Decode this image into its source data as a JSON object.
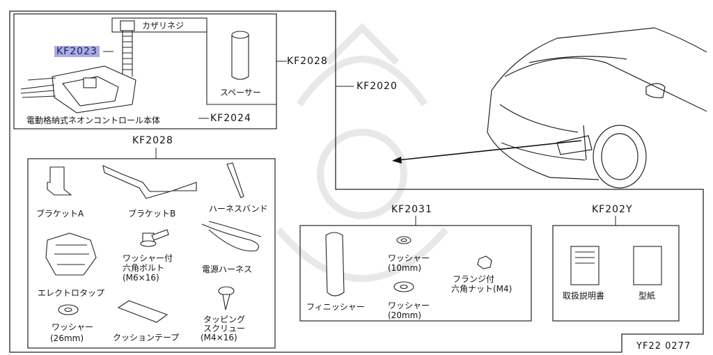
{
  "codes": {
    "kf2023": "KF2023",
    "kf2028_top": "KF2028",
    "kf2020": "KF2020",
    "kf2024": "KF2024",
    "kf2028_kit": "KF2028",
    "kf2031": "KF2031",
    "kf202y": "KF202Y",
    "figure_id": "YF22  0277"
  },
  "labels": {
    "decor_screw": "カザリネジ",
    "spacer": "スペーサー",
    "control_unit": "電動格納式ネオンコントロール本体",
    "bracket_a": "ブラケットA",
    "bracket_b": "ブラケットB",
    "harness_band": "ハーネスバンド",
    "washer_bolt_1": "ワッシャー付",
    "washer_bolt_2": "六角ボルト",
    "washer_bolt_3": "(M6×16)",
    "power_harness": "電源ハーネス",
    "electro_tap": "エレクトロタップ",
    "washer26_1": "ワッシャー",
    "washer26_2": "(26mm)",
    "cushion_tape": "クッションテープ",
    "tapping_1": "タッピング",
    "tapping_2": "スクリュー",
    "tapping_3": "(M4×16)",
    "finisher": "フィニッシャー",
    "washer10_1": "ワッシャー",
    "washer10_2": "(10mm)",
    "washer20_1": "ワッシャー",
    "washer20_2": "(20mm)",
    "flange_1": "フランジ付",
    "flange_2": "六角ナット(M4)",
    "manual": "取扱説明書",
    "template": "型紙"
  },
  "colors": {
    "line": "#222222",
    "highlight": "#a9aee0",
    "watermark": "#e6e6e6"
  }
}
